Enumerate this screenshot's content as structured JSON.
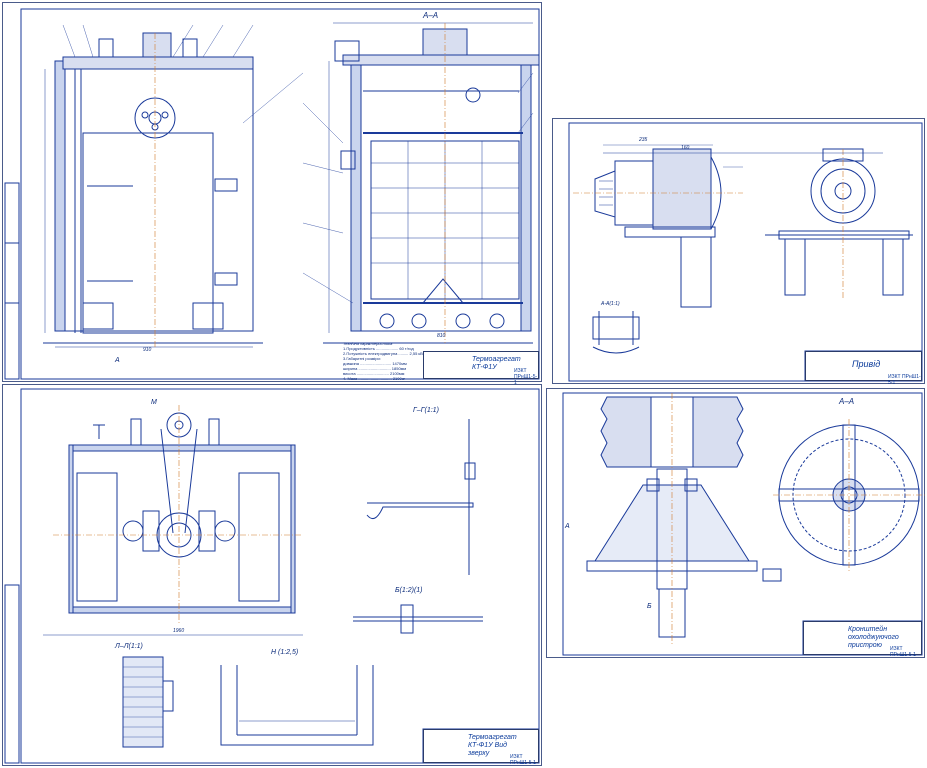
{
  "sheets": {
    "s1": {
      "section_label": "А–А",
      "view_mark_bottom": "А",
      "dim_bottom_left": "910",
      "dim_bottom_right": "810",
      "title": "Термоагрегат КТ-Ф1У",
      "code": "ИЗКТ ПРнШ1-5-1",
      "spec_title": "Технічна характеристика",
      "spec_lines": [
        "1.Продуктивність .................... 60 т/год",
        "2.Потужність електродвигуна ......... 2,55 кВт",
        "3.Габаритні розміри:",
        "  довжина ............................ 1470мм",
        "  ширина ............................. 1850мм",
        "  висота ............................. 2100мм",
        "4. Маса .............................. 2100кг"
      ]
    },
    "s2": {
      "title": "Привід",
      "code": "ИЗКТ ПРнШ1-5-1",
      "view_label": "А-А(1:1)",
      "dim_top": "235",
      "dim_mid": "160"
    },
    "s3": {
      "view_m": "М",
      "view_g": "Г–Г(1:1)",
      "view_b": "Б(1:2)(1)",
      "view_l": "Л–Л(1:1)",
      "view_n": "Н (1:2,5)",
      "dim_bottom": "1960",
      "title": "Термоагрегат КТ-Ф1У Вид зверху",
      "code": "ИЗКТ ПРнШ1-5-1"
    },
    "s4": {
      "section_label": "А–А",
      "title": "Кронштейн охолоджуючого пристрою",
      "code": "ИЗКТ ПРнШ1-5-1",
      "mark_a": "А",
      "mark_b": "Б"
    }
  }
}
